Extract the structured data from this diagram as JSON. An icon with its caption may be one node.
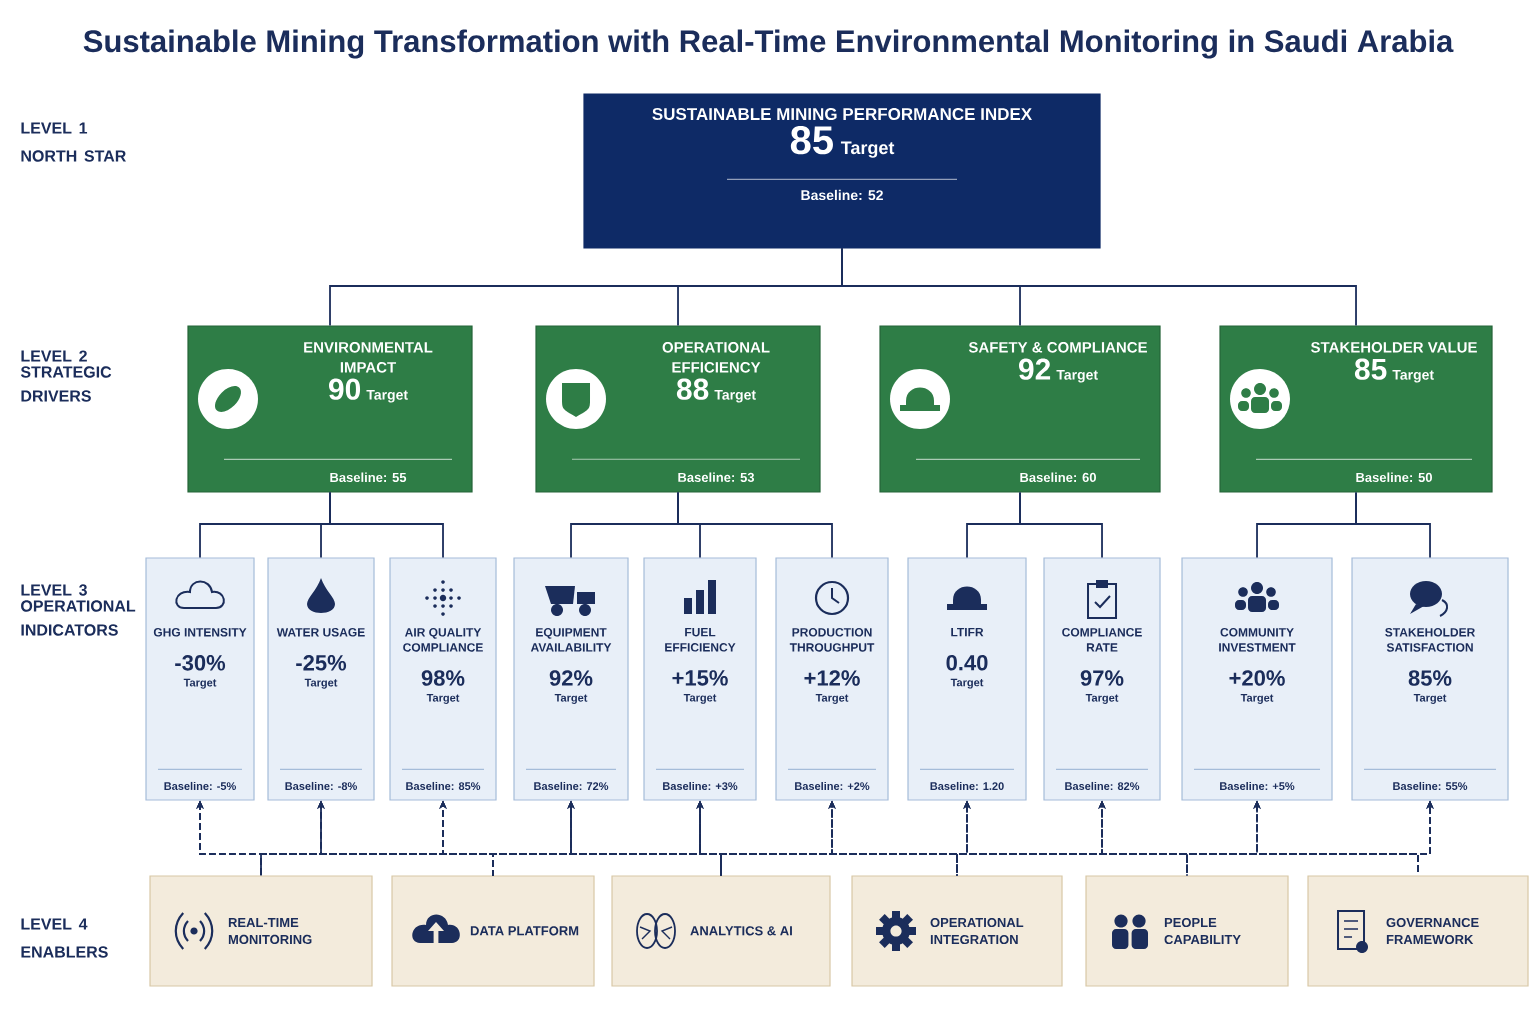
{
  "diagram": {
    "title": "Sustainable Mining Transformation with Real-Time Environmental Monitoring in Saudi Arabia",
    "nodes": [
      {
        "text": [
          "SUSTAINABLE MINING PERFORMANCE INDEX",
          "85",
          "Target",
          "Baseline: 52"
        ]
      },
      {
        "text": [
          "ENVIRONMENTAL IMPACT",
          "90",
          "Target",
          "Baseline: 55"
        ]
      },
      {
        "text": [
          "OPERATIONAL EFFICIENCY",
          "88",
          "Target",
          "Baseline: 53"
        ]
      },
      {
        "text": [
          "SAFETY & COMPLIANCE",
          "92",
          "Target",
          "Baseline: 60"
        ]
      },
      {
        "text": [
          "STAKEHOLDER VALUE",
          "85",
          "Target",
          "Baseline: 50"
        ]
      },
      {
        "text": [
          "GHG INTENSITY",
          "-30%",
          "Target",
          "Baseline: -5%"
        ]
      },
      {
        "text": [
          "WATER USAGE",
          "-25%",
          "Target",
          "Baseline: -8%"
        ]
      },
      {
        "text": [
          "AIR QUALITY COMPLIANCE",
          "98%",
          "Target",
          "Baseline: 85%"
        ]
      },
      {
        "text": [
          "EQUIPMENT AVAILABILITY",
          "92%",
          "Target",
          "Baseline: 72%"
        ]
      },
      {
        "text": [
          "FUEL EFFICIENCY",
          "+15%",
          "Target",
          "Baseline: +3%"
        ]
      },
      {
        "text": [
          "PRODUCTION THROUGHPUT",
          "+12%",
          "Target",
          "Baseline: +2%"
        ]
      },
      {
        "text": [
          "LTIFR",
          "0.40",
          "Target",
          "Baseline: 1.20"
        ]
      },
      {
        "text": [
          "COMPLIANCE RATE",
          "97%",
          "Target",
          "Baseline: 82%"
        ]
      },
      {
        "text": [
          "COMMUNITY INVESTMENT",
          "+20%",
          "Target",
          "Baseline: +5%"
        ]
      },
      {
        "text": [
          "STAKEHOLDER SATISFACTION",
          "85%",
          "Target",
          "Baseline: 55%"
        ]
      },
      {
        "text": [
          "REAL-TIME MONITORING"
        ]
      },
      {
        "text": [
          "DATA PLATFORM"
        ]
      },
      {
        "text": [
          "ANALYTICS & AI"
        ]
      },
      {
        "text": [
          "OPERATIONAL INTEGRATION"
        ]
      },
      {
        "text": [
          "PEOPLE CAPABILITY"
        ]
      },
      {
        "text": [
          "GOVERNANCE FRAMEWORK"
        ]
      }
    ],
    "edges": [
      {
        "from": 0,
        "to": 1,
        "arrow": "none"
      },
      {
        "from": 0,
        "to": 2,
        "arrow": "none"
      },
      {
        "from": 0,
        "to": 3,
        "arrow": "none"
      },
      {
        "from": 0,
        "to": 4,
        "arrow": "none"
      },
      {
        "from": 1,
        "to": 5,
        "arrow": "none"
      },
      {
        "from": 1,
        "to": 6,
        "arrow": "none"
      },
      {
        "from": 1,
        "to": 7,
        "arrow": "none"
      },
      {
        "from": 2,
        "to": 8,
        "arrow": "none"
      },
      {
        "from": 2,
        "to": 9,
        "arrow": "none"
      },
      {
        "from": 2,
        "to": 10,
        "arrow": "none"
      },
      {
        "from": 3,
        "to": 11,
        "arrow": "none"
      },
      {
        "from": 3,
        "to": 12,
        "arrow": "none"
      },
      {
        "from": 4,
        "to": 13,
        "arrow": "none"
      },
      {
        "from": 4,
        "to": 14,
        "arrow": "none"
      },
      {
        "from": 15,
        "to": 5,
        "arrow": "to",
        "style": "dashed"
      },
      {
        "from": 15,
        "to": 6,
        "arrow": "to",
        "style": "dashed"
      },
      {
        "from": 15,
        "to": 7,
        "arrow": "to",
        "style": "dashed"
      },
      {
        "from": 15,
        "to": 8,
        "arrow": "to",
        "style": "dashed"
      },
      {
        "from": 15,
        "to": 9,
        "arrow": "to",
        "style": "dashed"
      },
      {
        "from": 15,
        "to": 10,
        "arrow": "to",
        "style": "dashed"
      },
      {
        "from": 15,
        "to": 11,
        "arrow": "to",
        "style": "dashed"
      },
      {
        "from": 15,
        "to": 12,
        "arrow": "to",
        "style": "dashed"
      },
      {
        "from": 15,
        "to": 13,
        "arrow": "to",
        "style": "dashed"
      },
      {
        "from": 15,
        "to": 14,
        "arrow": "to",
        "style": "dashed"
      },
      {
        "from": 16,
        "to": 5,
        "arrow": "to",
        "style": "dashed"
      },
      {
        "from": 16,
        "to": 6,
        "arrow": "to",
        "style": "dashed"
      },
      {
        "from": 16,
        "to": 7,
        "arrow": "to",
        "style": "dashed"
      },
      {
        "from": 16,
        "to": 8,
        "arrow": "to",
        "style": "dashed"
      },
      {
        "from": 16,
        "to": 9,
        "arrow": "to",
        "style": "dashed"
      },
      {
        "from": 16,
        "to": 10,
        "arrow": "to",
        "style": "dashed"
      },
      {
        "from": 16,
        "to": 11,
        "arrow": "to",
        "style": "dashed"
      },
      {
        "from": 16,
        "to": 12,
        "arrow": "to",
        "style": "dashed"
      },
      {
        "from": 16,
        "to": 13,
        "arrow": "to",
        "style": "dashed"
      },
      {
        "from": 16,
        "to": 14,
        "arrow": "to",
        "style": "dashed"
      },
      {
        "from": 17,
        "to": 5,
        "arrow": "to",
        "style": "dashed"
      },
      {
        "from": 17,
        "to": 6,
        "arrow": "to",
        "style": "dashed"
      },
      {
        "from": 17,
        "to": 7,
        "arrow": "to",
        "style": "dashed"
      },
      {
        "from": 17,
        "to": 8,
        "arrow": "to",
        "style": "dashed"
      },
      {
        "from": 17,
        "to": 9,
        "arrow": "to",
        "style": "dashed"
      },
      {
        "from": 17,
        "to": 10,
        "arrow": "to",
        "style": "dashed"
      },
      {
        "from": 17,
        "to": 11,
        "arrow": "to",
        "style": "dashed"
      },
      {
        "from": 17,
        "to": 12,
        "arrow": "to",
        "style": "dashed"
      },
      {
        "from": 17,
        "to": 13,
        "arrow": "to",
        "style": "dashed"
      },
      {
        "from": 17,
        "to": 14,
        "arrow": "to",
        "style": "dashed"
      },
      {
        "from": 18,
        "to": 5,
        "arrow": "to",
        "style": "dashed"
      },
      {
        "from": 18,
        "to": 6,
        "arrow": "to",
        "style": "dashed"
      },
      {
        "from": 18,
        "to": 7,
        "arrow": "to",
        "style": "dashed"
      },
      {
        "from": 18,
        "to": 8,
        "arrow": "to",
        "style": "dashed"
      },
      {
        "from": 18,
        "to": 9,
        "arrow": "to",
        "style": "dashed"
      },
      {
        "from": 18,
        "to": 10,
        "arrow": "to",
        "style": "dashed"
      },
      {
        "from": 18,
        "to": 11,
        "arrow": "to",
        "style": "dashed"
      },
      {
        "from": 18,
        "to": 12,
        "arrow": "to",
        "style": "dashed"
      },
      {
        "from": 18,
        "to": 13,
        "arrow": "to",
        "style": "dashed"
      },
      {
        "from": 18,
        "to": 14,
        "arrow": "to",
        "style": "dashed"
      },
      {
        "from": 19,
        "to": 5,
        "arrow": "to",
        "style": "dashed"
      },
      {
        "from": 19,
        "to": 6,
        "arrow": "to",
        "style": "dashed"
      },
      {
        "from": 19,
        "to": 7,
        "arrow": "to",
        "style": "dashed"
      },
      {
        "from": 19,
        "to": 8,
        "arrow": "to",
        "style": "dashed"
      },
      {
        "from": 19,
        "to": 9,
        "arrow": "to",
        "style": "dashed"
      },
      {
        "from": 19,
        "to": 10,
        "arrow": "to",
        "style": "dashed"
      },
      {
        "from": 19,
        "to": 11,
        "arrow": "to",
        "style": "dashed"
      },
      {
        "from": 19,
        "to": 12,
        "arrow": "to",
        "style": "dashed"
      },
      {
        "from": 19,
        "to": 13,
        "arrow": "to",
        "style": "dashed"
      },
      {
        "from": 19,
        "to": 14,
        "arrow": "to",
        "style": "dashed"
      },
      {
        "from": 20,
        "to": 5,
        "arrow": "to",
        "style": "dashed"
      },
      {
        "from": 20,
        "to": 6,
        "arrow": "to",
        "style": "dashed"
      },
      {
        "from": 20,
        "to": 7,
        "arrow": "to",
        "style": "dashed"
      },
      {
        "from": 20,
        "to": 8,
        "arrow": "to",
        "style": "dashed"
      },
      {
        "from": 20,
        "to": 9,
        "arrow": "to",
        "style": "dashed"
      },
      {
        "from": 20,
        "to": 10,
        "arrow": "to",
        "style": "dashed"
      },
      {
        "from": 20,
        "to": 11,
        "arrow": "to",
        "style": "dashed"
      },
      {
        "from": 20,
        "to": 12,
        "arrow": "to",
        "style": "dashed"
      },
      {
        "from": 20,
        "to": 13,
        "arrow": "to",
        "style": "dashed"
      },
      {
        "from": 20,
        "to": 14,
        "arrow": "to",
        "style": "dashed"
      }
    ],
    "labels": [
      "LEVEL 1",
      "NORTH STAR",
      "LEVEL 2",
      "STRATEGIC DRIVERS",
      "LEVEL 3",
      "OPERATIONAL INDICATORS",
      "LEVEL 4",
      "ENABLERS"
    ]
  }
}
